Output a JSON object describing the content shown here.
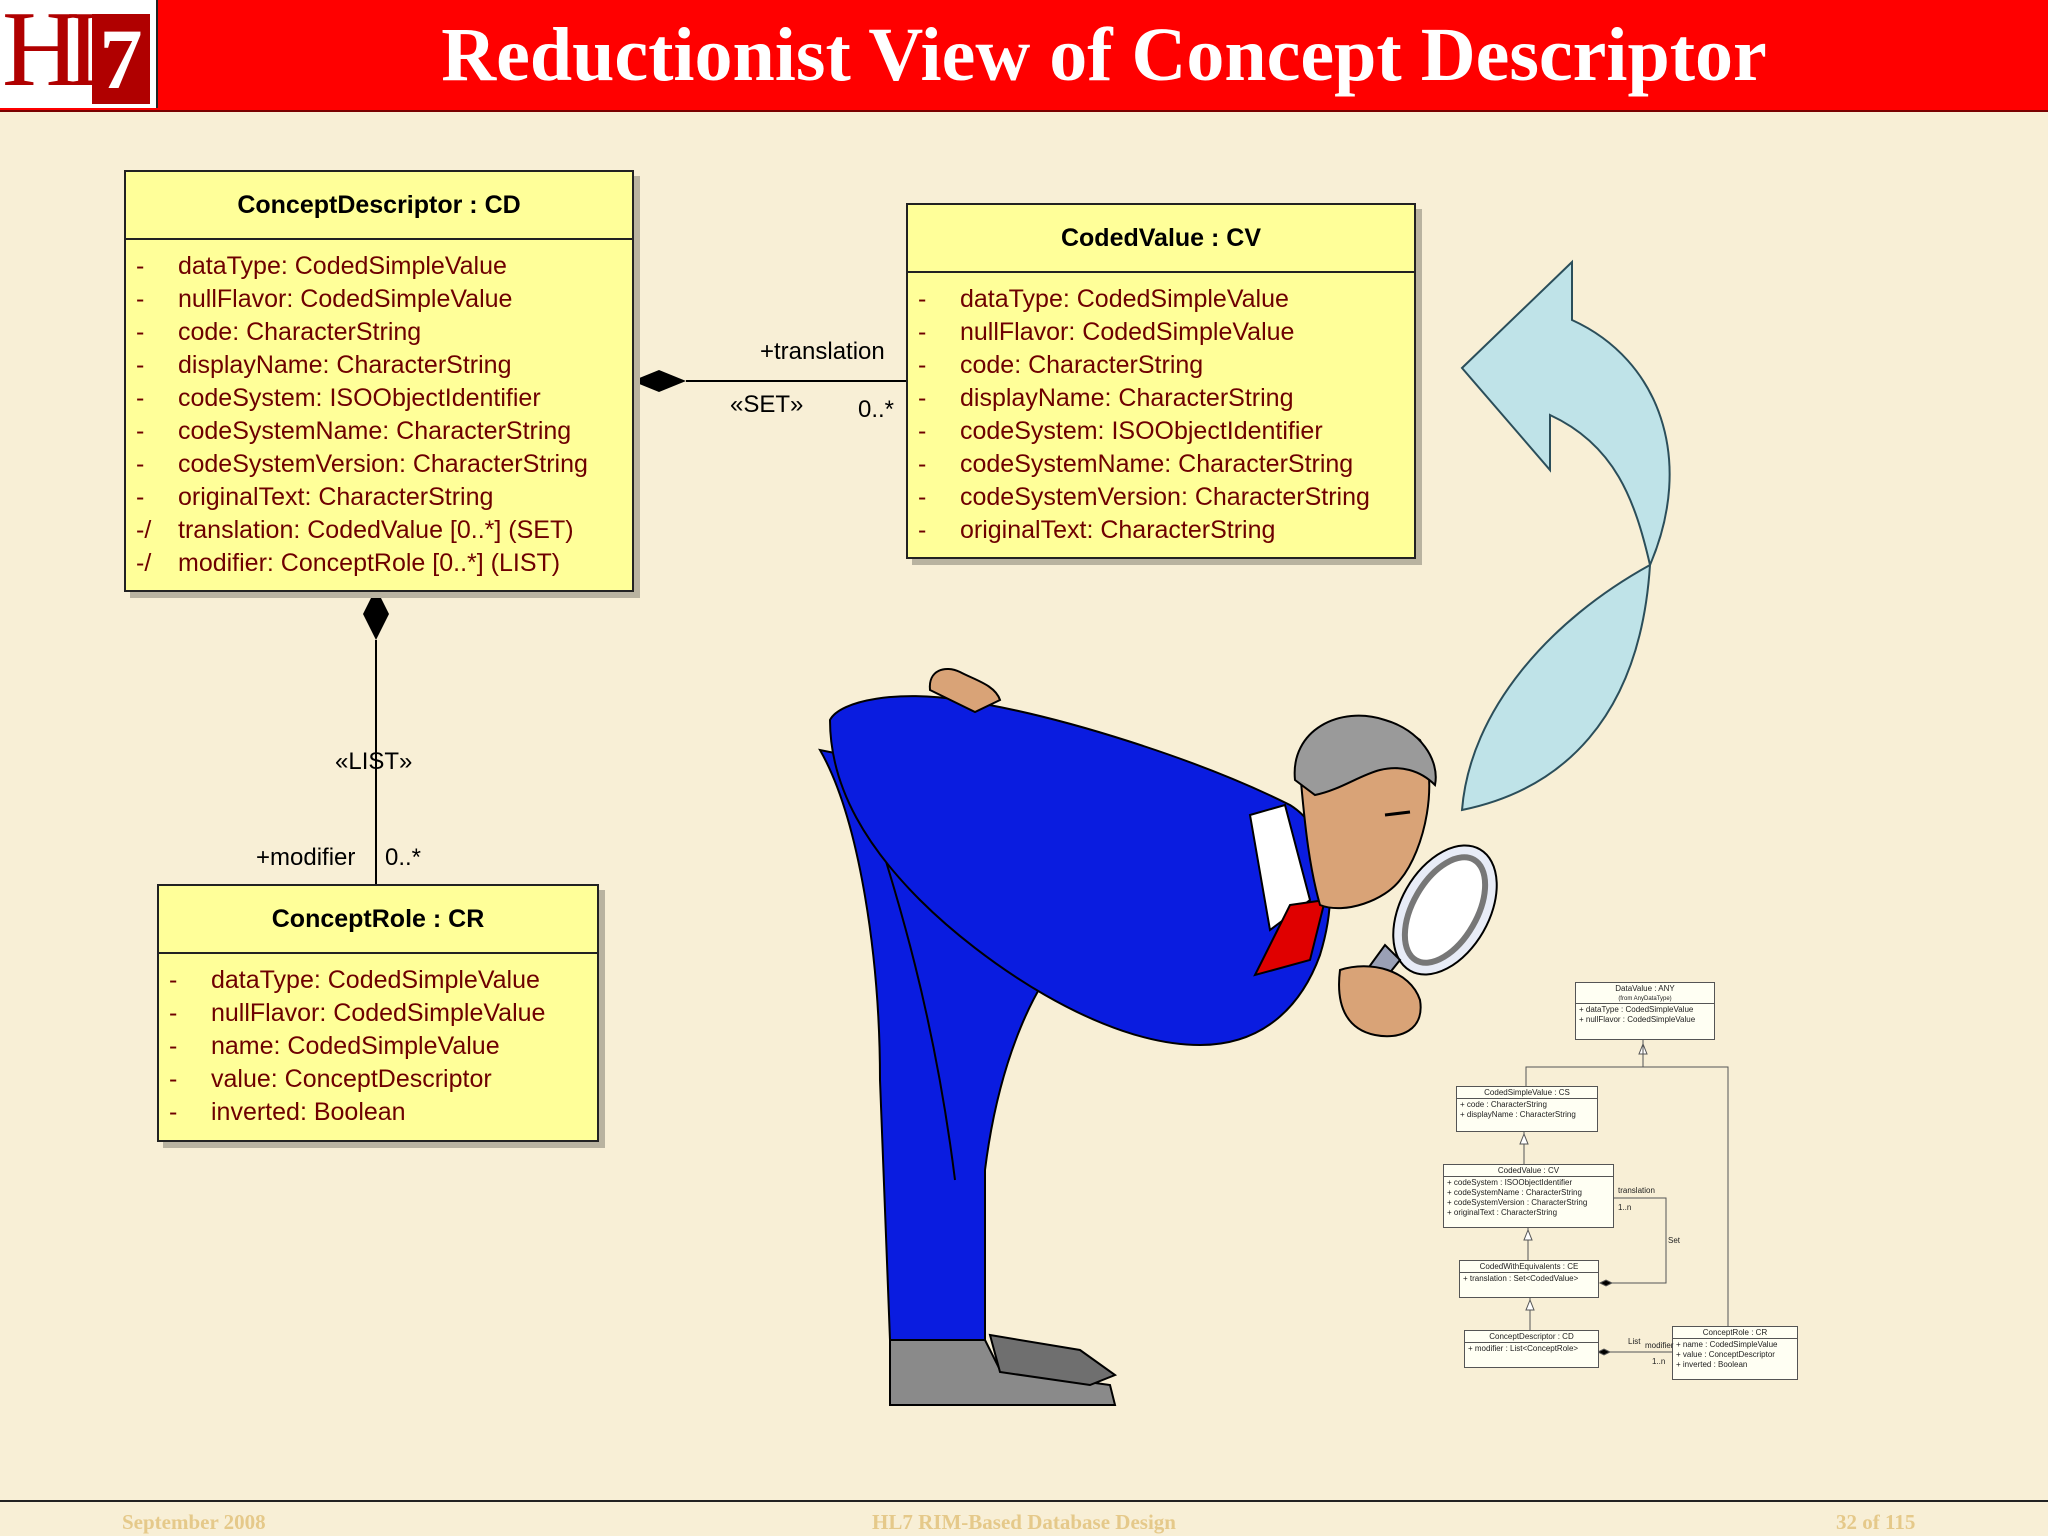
{
  "header": {
    "logo_text": "HL7",
    "title": "Reductionist View of Concept Descriptor"
  },
  "cd": {
    "name": "ConceptDescriptor : CD",
    "attrs": [
      {
        "vis": "-",
        "text": "dataType:  CodedSimpleValue"
      },
      {
        "vis": "-",
        "text": "nullFlavor:  CodedSimpleValue"
      },
      {
        "vis": "-",
        "text": "code:  CharacterString"
      },
      {
        "vis": "-",
        "text": "displayName:  CharacterString"
      },
      {
        "vis": "-",
        "text": "codeSystem:  ISOObjectIdentifier"
      },
      {
        "vis": "-",
        "text": "codeSystemName:  CharacterString"
      },
      {
        "vis": "-",
        "text": "codeSystemVersion:  CharacterString"
      },
      {
        "vis": "-",
        "text": "originalText:  CharacterString"
      },
      {
        "vis": "-/",
        "text": "translation:  CodedValue [0..*] (SET)"
      },
      {
        "vis": "-/",
        "text": "modifier:  ConceptRole [0..*] (LIST)"
      }
    ]
  },
  "cv": {
    "name": "CodedValue : CV",
    "attrs": [
      {
        "vis": "-",
        "text": "dataType:  CodedSimpleValue"
      },
      {
        "vis": "-",
        "text": "nullFlavor:  CodedSimpleValue"
      },
      {
        "vis": "-",
        "text": "code:  CharacterString"
      },
      {
        "vis": "-",
        "text": "displayName:  CharacterString"
      },
      {
        "vis": "-",
        "text": "codeSystem:  ISOObjectIdentifier"
      },
      {
        "vis": "-",
        "text": "codeSystemName:  CharacterString"
      },
      {
        "vis": "-",
        "text": "codeSystemVersion:  CharacterString"
      },
      {
        "vis": "-",
        "text": "originalText:  CharacterString"
      }
    ]
  },
  "cr": {
    "name": "ConceptRole : CR",
    "attrs": [
      {
        "vis": "-",
        "text": "dataType:  CodedSimpleValue"
      },
      {
        "vis": "-",
        "text": "nullFlavor:  CodedSimpleValue"
      },
      {
        "vis": "-",
        "text": "name:  CodedSimpleValue"
      },
      {
        "vis": "-",
        "text": "value:  ConceptDescriptor"
      },
      {
        "vis": "-",
        "text": "inverted:  Boolean"
      }
    ]
  },
  "assoc": {
    "translation_role": "+translation",
    "translation_stereotype": "«SET»",
    "translation_mult": "0..*",
    "modifier_stereotype": "«LIST»",
    "modifier_role": "+modifier",
    "modifier_mult": "0..*"
  },
  "mini_diagram": {
    "dv_head": "DataValue : ANY",
    "dv_sub": "(from AnyDataType)",
    "dv_attrs": [
      "+ dataType : CodedSimpleValue",
      "+ nullFlavor : CodedSimpleValue"
    ],
    "cs_head": "CodedSimpleValue : CS",
    "cs_attrs": [
      "+ code : CharacterString",
      "+ displayName : CharacterString"
    ],
    "cv_head": "CodedValue : CV",
    "cv_attrs": [
      "+ codeSystem : ISOObjectIdentifier",
      "+ codeSystemName : CharacterString",
      "+ codeSystemVersion : CharacterString",
      "+ originalText : CharacterString"
    ],
    "ce_head": "CodedWithEquivalents : CE",
    "ce_attrs": [
      "+ translation : Set<CodedValue>"
    ],
    "cd_head": "ConceptDescriptor : CD",
    "cd_attrs": [
      "+ modifier : List<ConceptRole>"
    ],
    "cr_head": "ConceptRole : CR",
    "cr_attrs": [
      "+ name : CodedSimpleValue",
      "+ value : ConceptDescriptor",
      "+ inverted : Boolean"
    ],
    "translation_label": "translation",
    "translation_mult": "1..n",
    "set_label": "Set",
    "list_label": "List",
    "modifier_label": "modifier",
    "modifier_mult": "1..n"
  },
  "footer": {
    "left": "September 2008",
    "center": "HL7 RIM-Based Database Design",
    "right": "32 of 115"
  }
}
